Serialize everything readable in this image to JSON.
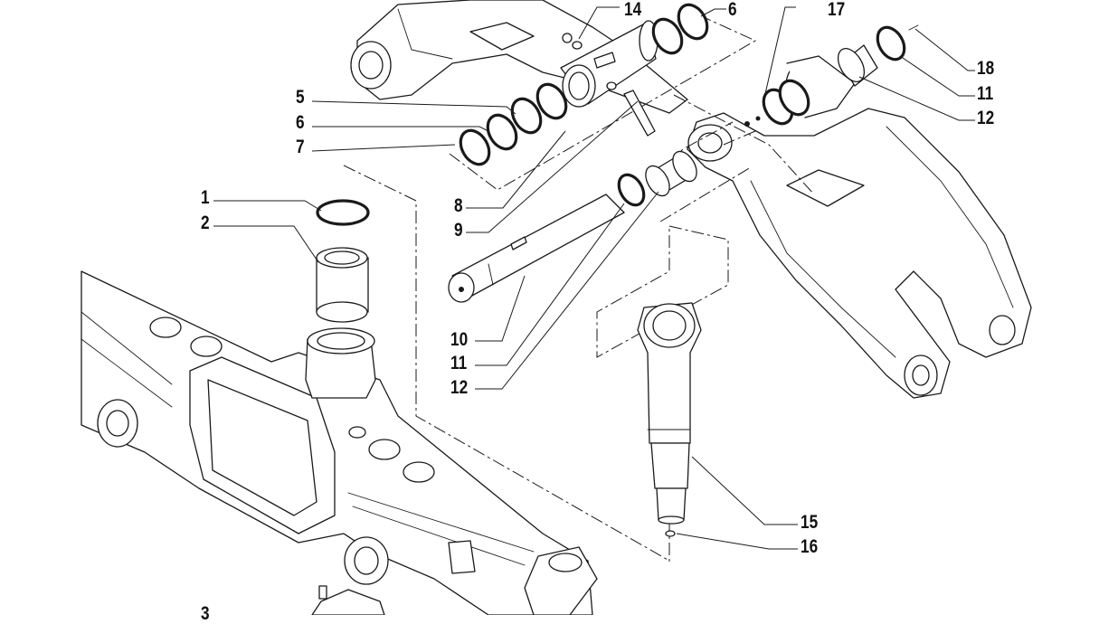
{
  "diagram": {
    "callouts": [
      {
        "id": "c1",
        "label": "1"
      },
      {
        "id": "c2",
        "label": "2"
      },
      {
        "id": "c3",
        "label": "3"
      },
      {
        "id": "c5",
        "label": "5"
      },
      {
        "id": "c6a",
        "label": "6"
      },
      {
        "id": "c6b",
        "label": "6"
      },
      {
        "id": "c7",
        "label": "7"
      },
      {
        "id": "c8",
        "label": "8"
      },
      {
        "id": "c9",
        "label": "9"
      },
      {
        "id": "c10",
        "label": "10"
      },
      {
        "id": "c11a",
        "label": "11"
      },
      {
        "id": "c11b",
        "label": "11"
      },
      {
        "id": "c12a",
        "label": "12"
      },
      {
        "id": "c12b",
        "label": "12"
      },
      {
        "id": "c14",
        "label": "14"
      },
      {
        "id": "c15",
        "label": "15"
      },
      {
        "id": "c16",
        "label": "16"
      },
      {
        "id": "c17",
        "label": "17"
      },
      {
        "id": "c18",
        "label": "18"
      }
    ]
  }
}
